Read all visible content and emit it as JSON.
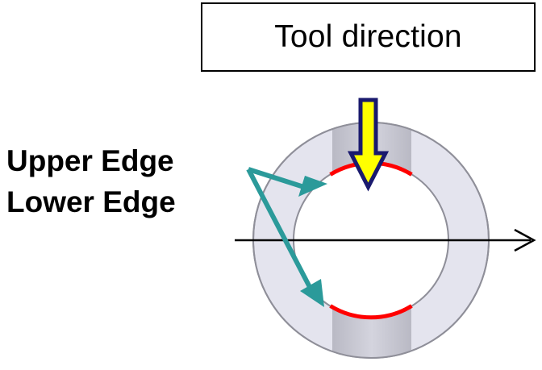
{
  "title_box": {
    "text": "Tool direction"
  },
  "labels": {
    "upper_edge": "Upper Edge",
    "lower_edge": "Lower Edge"
  },
  "colors": {
    "ring_fill": "#e4e4ee",
    "ring_stroke": "#8f8f99",
    "insert_fill": "#c8c8d2",
    "edge_red": "#ff0000",
    "tool_arrow_fill": "#ffff00",
    "tool_arrow_stroke": "#1a1a6e",
    "pointer_teal": "#2b9a9a",
    "axis": "#000000"
  }
}
